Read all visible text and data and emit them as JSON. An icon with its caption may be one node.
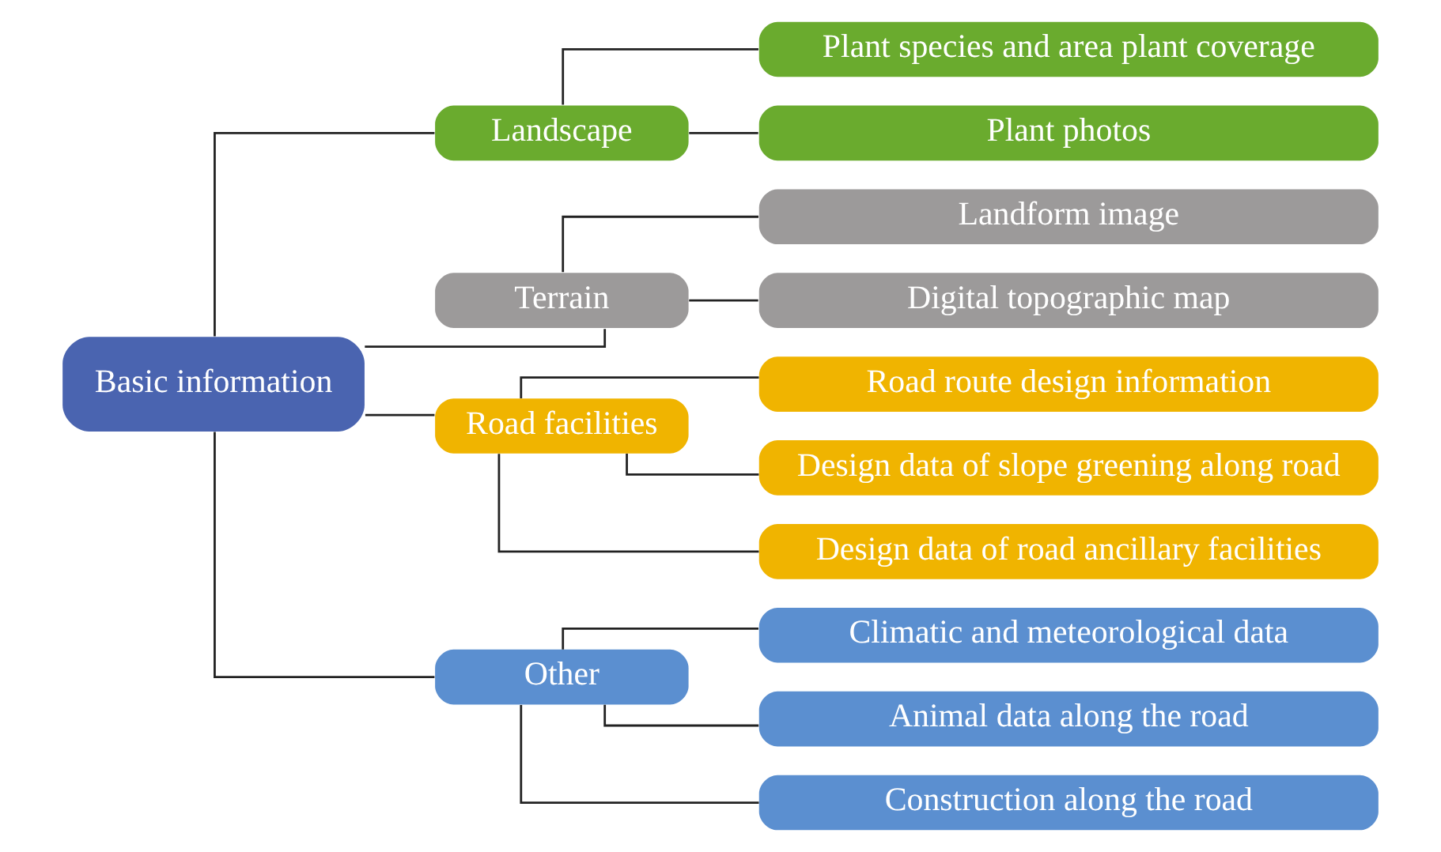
{
  "diagram": {
    "nodes": [
      {
        "text": [
          "Basic information"
        ]
      },
      {
        "text": [
          "Landscape"
        ]
      },
      {
        "text": [
          "Plant species and area plant coverage"
        ]
      },
      {
        "text": [
          "Plant photos"
        ]
      },
      {
        "text": [
          "Terrain"
        ]
      },
      {
        "text": [
          "Landform image"
        ]
      },
      {
        "text": [
          "Digital topographic map"
        ]
      },
      {
        "text": [
          "Road facilities"
        ]
      },
      {
        "text": [
          "Road route design information"
        ]
      },
      {
        "text": [
          "Design data of slope greening along road"
        ]
      },
      {
        "text": [
          "Design data of road ancillary facilities"
        ]
      },
      {
        "text": [
          "Other"
        ]
      },
      {
        "text": [
          "Climatic and meteorological data"
        ]
      },
      {
        "text": [
          "Animal data along the road"
        ]
      },
      {
        "text": [
          "Construction along the road"
        ]
      }
    ],
    "edges": [
      {
        "from": 0,
        "to": 1,
        "arrow": "none"
      },
      {
        "from": 1,
        "to": 2,
        "arrow": "none"
      },
      {
        "from": 1,
        "to": 3,
        "arrow": "none"
      },
      {
        "from": 0,
        "to": 4,
        "arrow": "none"
      },
      {
        "from": 4,
        "to": 5,
        "arrow": "none"
      },
      {
        "from": 4,
        "to": 6,
        "arrow": "none"
      },
      {
        "from": 0,
        "to": 7,
        "arrow": "none"
      },
      {
        "from": 7,
        "to": 8,
        "arrow": "none"
      },
      {
        "from": 7,
        "to": 9,
        "arrow": "none"
      },
      {
        "from": 7,
        "to": 10,
        "arrow": "none"
      },
      {
        "from": 0,
        "to": 11,
        "arrow": "none"
      },
      {
        "from": 11,
        "to": 12,
        "arrow": "none"
      },
      {
        "from": 11,
        "to": 13,
        "arrow": "none"
      },
      {
        "from": 11,
        "to": 14,
        "arrow": "none"
      }
    ]
  }
}
